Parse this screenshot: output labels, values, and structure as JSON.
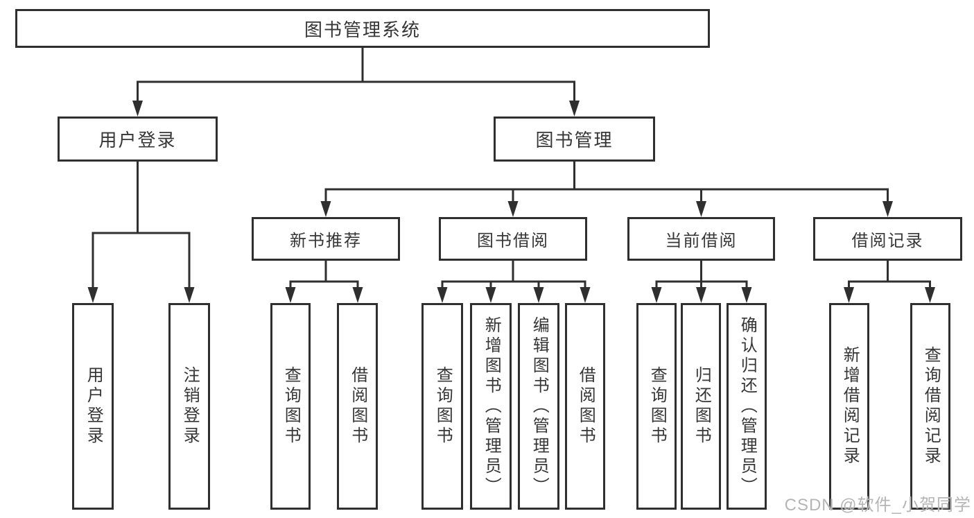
{
  "nodes": {
    "root": "图书管理系统",
    "user_login": "用户登录",
    "book_management": "图书管理",
    "new_book_recommend": "新书推荐",
    "book_borrow": "图书借阅",
    "current_borrow": "当前借阅",
    "borrow_record": "借阅记录",
    "leaves": {
      "user_login": [
        "用户登录",
        "注销登录"
      ],
      "new_book_recommend": [
        "查询图书",
        "借阅图书"
      ],
      "book_borrow": [
        "查询图书",
        "新增图书（管理员）",
        "编辑图书（管理员）",
        "借阅图书"
      ],
      "current_borrow": [
        "查询图书",
        "归还图书",
        "确认归还（管理员）"
      ],
      "borrow_record": [
        "新增借阅记录",
        "查询借阅记录"
      ]
    }
  },
  "watermark": "CSDN @软件_小贺同学",
  "colors": {
    "line": "#2f2f2f",
    "box_border": "#2f2f2f",
    "text": "#363636",
    "watermark": "#b5b5b5",
    "background": "#ffffff"
  }
}
